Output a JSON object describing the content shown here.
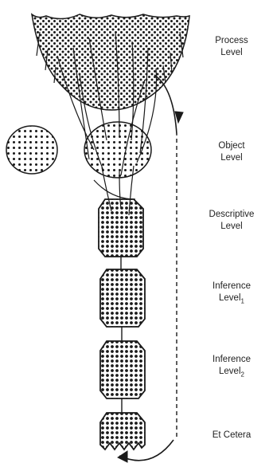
{
  "levels": {
    "process": {
      "line1": "Process",
      "line2": "Level"
    },
    "object": {
      "line1": "Object",
      "line2": "Level"
    },
    "descriptive": {
      "line1": "Descriptive",
      "line2": "Level"
    },
    "inference1": {
      "line1": "Inference",
      "line2": "Level",
      "sub": "1"
    },
    "inference2": {
      "line1": "Inference",
      "line2": "Level",
      "sub": "2"
    },
    "etcetera": {
      "line1": "Et Cetera"
    }
  },
  "colors": {
    "ink": "#1a1a1a",
    "background": "#ffffff"
  }
}
